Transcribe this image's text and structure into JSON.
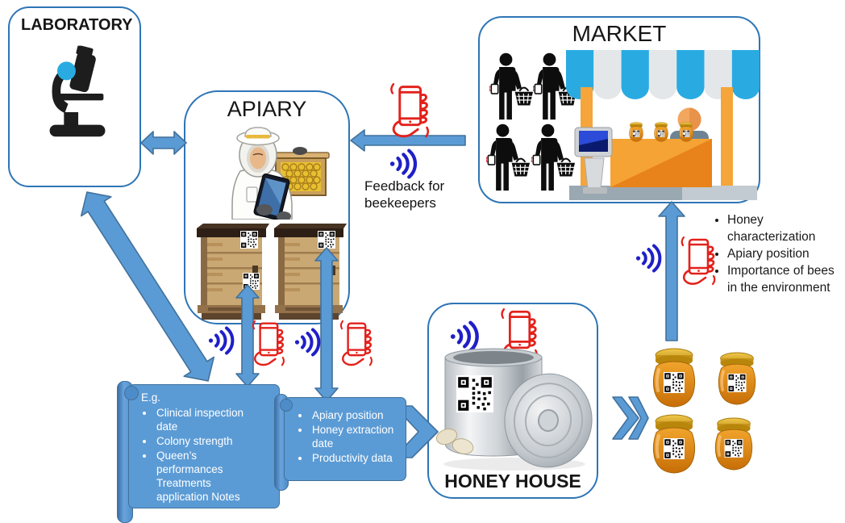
{
  "laboratory": {
    "title": "LABORATORY"
  },
  "apiary": {
    "title": "APIARY"
  },
  "market": {
    "title": "MARKET"
  },
  "honey_house": {
    "title": "HONEY HOUSE"
  },
  "feedback": {
    "label": "Feedback for beekeepers"
  },
  "consumer_info": {
    "items": [
      "Honey characterization",
      "Apiary position",
      "Importance of bees in the environment"
    ]
  },
  "apiary_records": {
    "heading": "E.g.",
    "items": [
      "Clinical inspection date",
      "Colony strength",
      "Queen’s performances Treatments application Notes"
    ]
  },
  "production_records": {
    "items": [
      "Apiary position",
      "Honey extraction date",
      "Productivity data"
    ]
  },
  "icons": {
    "wifi": "signal-waves-icon",
    "phone": "hand-holding-smartphone-icon",
    "qr": "qr-code-icon",
    "microscope": "microscope-icon",
    "beekeeper": "beekeeper-with-tablet-icon",
    "hive": "beehive-icon",
    "shopper": "shopper-with-basket-icon",
    "stall": "market-stall-icon",
    "tank": "honey-tank-icon",
    "jar": "honey-jar-icon"
  },
  "colors": {
    "arrow": "#5B9BD5",
    "arrow_border": "#41719C",
    "wifi_blue": "#1F1FC8",
    "phone_red": "#E3211B",
    "box_border": "#2E75B6",
    "awning_blue": "#29ABE2",
    "stall_orange": "#F5A53A"
  }
}
